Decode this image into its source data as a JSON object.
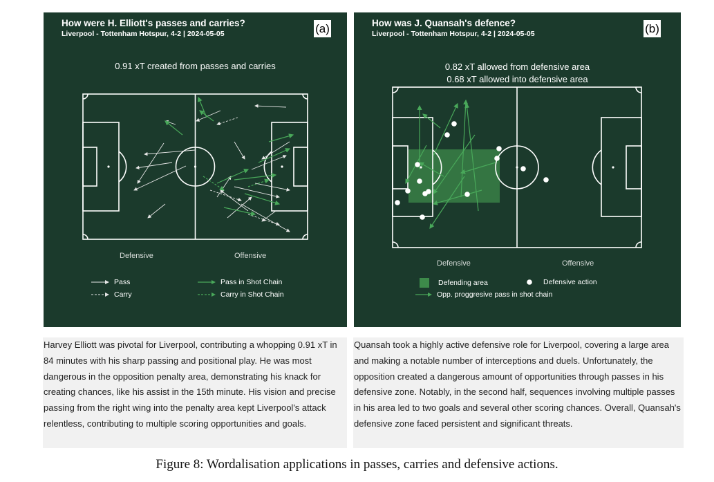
{
  "colors": {
    "panel_bg": "#1b3a2c",
    "pass": "#e6e6e6",
    "shot_chain": "#49a85a",
    "defending_area": "#3d8a4a",
    "defensive_action": "#ffffff"
  },
  "panel_a": {
    "title": "How were H. Elliott's passes and carries?",
    "subtitle": "Liverpool - Tottenham Hotspur, 4-2 | 2024-05-05",
    "letter": "(a)",
    "headline": "0.91 xT created from passes and carries",
    "zone_left": "Defensive",
    "zone_right": "Offensive",
    "legend": {
      "pass": "Pass",
      "carry": "Carry",
      "pass_shot_chain": "Pass in Shot Chain",
      "carry_shot_chain": "Carry in Shot Chain"
    },
    "caption": "Harvey Elliott was pivotal for Liverpool, contributing a whopping 0.91 xT in 84 minutes with his sharp passing and positional play. He was most dangerous in the opposition penalty area, demonstrating his knack for creating chances, like his assist in the 15th minute. His vision and precise passing from the right wing into the penalty area kept Liverpool's attack relentless, contributing to multiple scoring opportunities and goals."
  },
  "panel_b": {
    "title": "How was J. Quansah's defence?",
    "subtitle": "Liverpool - Tottenham Hotspur, 4-2 | 2024-05-05",
    "letter": "(b)",
    "headline_1": "0.82 xT allowed from defensive area",
    "headline_2": "0.68 xT allowed into defensive area",
    "zone_left": "Defensive",
    "zone_right": "Offensive",
    "legend": {
      "defending_area": "Defending area",
      "defensive_action": "Defensive action",
      "opp_pass": "Opp. proggresive pass in shot chain"
    },
    "caption": "Quansah took a highly active defensive role for Liverpool, covering a large area and making a notable number of interceptions and duels. Unfortunately, the opposition created a dangerous amount of opportunities through passes in his defensive zone. Notably, in the second half, sequences involving multiple passes in his area led to two goals and several other scoring chances. Overall, Quansah's defensive zone faced persistent and significant threats."
  },
  "figure_caption": "Figure 8: Wordalisation applications in passes, carries and defensive actions."
}
